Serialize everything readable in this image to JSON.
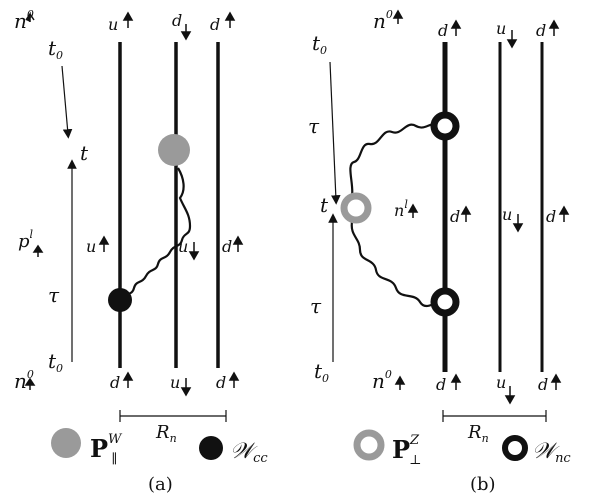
{
  "panel_a": {
    "caption": "(a)",
    "left_axis": {
      "top_particle": {
        "base": "n",
        "sup": "0"
      },
      "t0_top": {
        "base": "t",
        "sub": "0"
      },
      "t_mid": {
        "base": "t"
      },
      "p_label": {
        "base": "p",
        "sup": "l"
      },
      "tau": "τ",
      "t0_bottom": {
        "base": "t",
        "sub": "0"
      },
      "bottom_particle": {
        "base": "n",
        "sup": "0"
      }
    },
    "lines": {
      "top_labels": [
        "u",
        "d",
        "d"
      ],
      "mid_labels": [
        "u",
        "u",
        "d"
      ],
      "bottom_labels": [
        "d",
        "u",
        "d"
      ]
    },
    "separation": {
      "base": "R",
      "sub": "n"
    },
    "legend": {
      "gray_label": {
        "base": "P",
        "sup": "W",
        "sub": "∥"
      },
      "black_label": {
        "base": "𝒲",
        "sub": "cc"
      }
    }
  },
  "panel_b": {
    "caption": "(b)",
    "left_axis": {
      "top_particle": {
        "base": "n",
        "sup": "0"
      },
      "t0_top": {
        "base": "t",
        "sub": "0"
      },
      "tau_top": "τ",
      "t_mid": {
        "base": "t"
      },
      "tau_bottom": "τ",
      "t0_bottom": {
        "base": "t",
        "sub": "0"
      },
      "bottom_particle": {
        "base": "n",
        "sup": "0"
      }
    },
    "inner_label": {
      "base": "n",
      "sup": "l"
    },
    "lines": {
      "top_labels": [
        "d",
        "u",
        "d"
      ],
      "mid_labels": [
        "d",
        "u",
        "d"
      ],
      "bottom_labels": [
        "d",
        "u",
        "d"
      ]
    },
    "separation": {
      "base": "R",
      "sub": "n"
    },
    "legend": {
      "gray_label": {
        "base": "P",
        "sup": "Z",
        "sub": "⊥"
      },
      "black_label": {
        "base": "𝒲",
        "sub": "nc"
      }
    }
  }
}
